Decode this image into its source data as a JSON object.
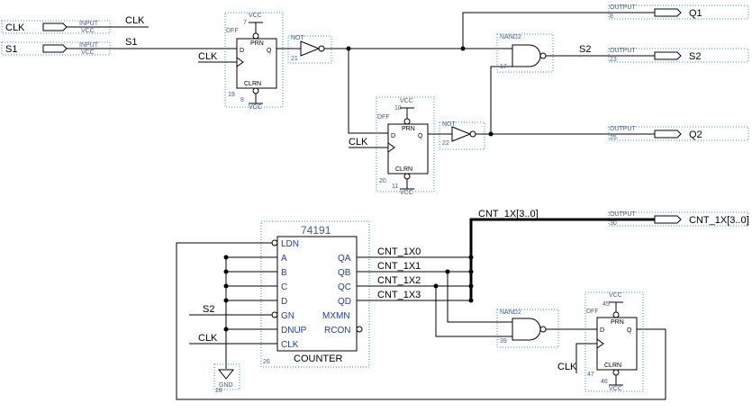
{
  "io": {
    "in_clk_name": "CLK",
    "in_s1_name": "S1",
    "input_type": "INPUT",
    "vcc": "VCC",
    "gnd": "GND",
    "out_q1": "Q1",
    "out_s2": "S2",
    "out_q2": "Q2",
    "out_cnt": "CNT_1X[3..0]",
    "output_type": "OUTPUT"
  },
  "nets": {
    "clk": "CLK",
    "s1": "S1",
    "s2": "S2",
    "cnt_bus": "CNT_1X[3..0]",
    "cnt0": "CNT_1X0",
    "cnt1": "CNT_1X1",
    "cnt2": "CNT_1X2",
    "cnt3": "CNT_1X3"
  },
  "parts": {
    "dff": "DFF",
    "not": "NOT",
    "nand2": "NAND2",
    "prn": "PRN",
    "clrn": "CLRN",
    "d": "D",
    "q": "Q",
    "counter_title": "74191",
    "counter_name": "COUNTER",
    "counter_pins_left": [
      "LDN",
      "A",
      "B",
      "C",
      "D",
      "GN",
      "DNUP",
      "CLK"
    ],
    "counter_pins_right": [
      "QA",
      "QB",
      "QC",
      "QD",
      "MXMN",
      "RCON"
    ]
  },
  "ids": {
    "dff1": "19",
    "dff1_vcc": "7",
    "dff1_clr": "8",
    "not1": "21",
    "dff2": "20",
    "dff2_vcc": "10",
    "dff2_clr": "11",
    "not2": "22",
    "nand_top": "17",
    "out_q1": "8",
    "out_s2": "23",
    "out_q2": "25",
    "out_cnt": "30",
    "counter": "26",
    "gnd": "28",
    "nand_bot": "39",
    "dff3": "47",
    "dff3_vcc": "45",
    "dff3_clr": "46"
  }
}
